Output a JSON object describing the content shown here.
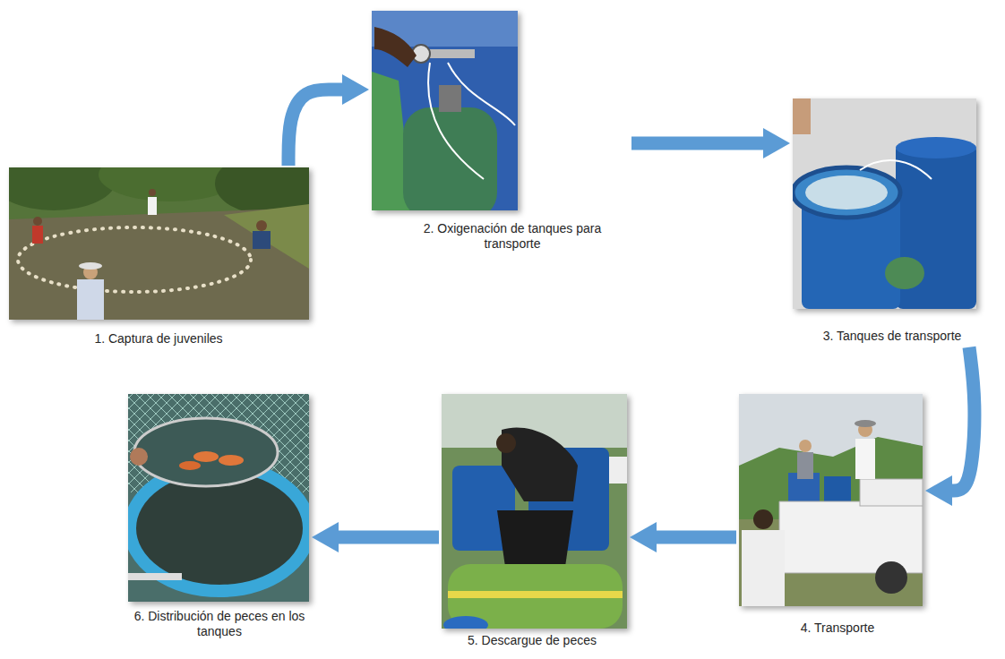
{
  "diagram": {
    "nodes": [
      {
        "text": [
          "1. Captura de juveniles"
        ]
      },
      {
        "text": [
          "2. Oxigenación de tanques para transporte"
        ]
      },
      {
        "text": [
          "3. Tanques de transporte"
        ]
      },
      {
        "text": [
          "4. Transporte"
        ]
      },
      {
        "text": [
          "5. Descargue de peces"
        ]
      },
      {
        "text": [
          "6. Distribución de peces en los tanques"
        ]
      }
    ],
    "edges": [
      {
        "from": 0,
        "to": 1,
        "arrow": "to"
      },
      {
        "from": 1,
        "to": 2,
        "arrow": "to"
      },
      {
        "from": 2,
        "to": 3,
        "arrow": "to"
      },
      {
        "from": 3,
        "to": 4,
        "arrow": "to"
      },
      {
        "from": 4,
        "to": 5,
        "arrow": "to"
      }
    ]
  }
}
